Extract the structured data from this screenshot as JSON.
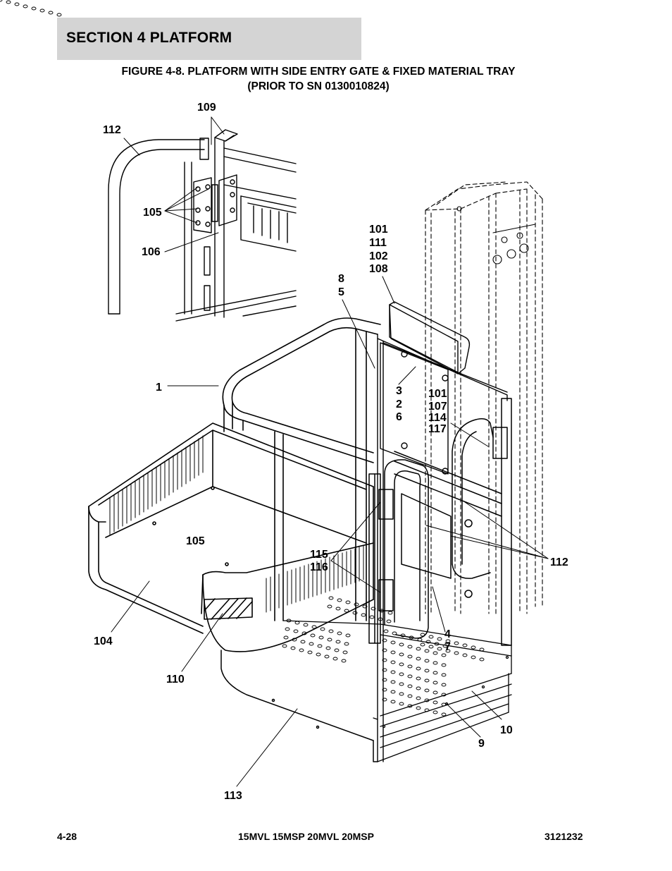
{
  "section": {
    "title": "SECTION 4   PLATFORM"
  },
  "figure": {
    "title_line1": "FIGURE 4-8. PLATFORM WITH SIDE ENTRY GATE & FIXED MATERIAL TRAY",
    "title_line2": "(PRIOR TO SN 0130010824)"
  },
  "callouts": {
    "c109": "109",
    "c112_top": "112",
    "c105_top": "105",
    "c106": "106",
    "stack_101_111_102_108": [
      "101",
      "111",
      "102",
      "108"
    ],
    "stack_8_5": [
      "8",
      "5"
    ],
    "c1": "1",
    "stack_3_2_6": [
      "3",
      "2",
      "6"
    ],
    "stack_101_107_114_117": [
      "101",
      "107",
      "114",
      "117"
    ],
    "c105_tray": "105",
    "stack_115_116": [
      "115",
      "116"
    ],
    "c112_right": "112",
    "c104": "104",
    "c110": "110",
    "stack_4_7": [
      "4",
      "7"
    ],
    "c10": "10",
    "c9": "9",
    "c113": "113"
  },
  "footer": {
    "page_number": "4-28",
    "models": "15MVL 15MSP 20MVL 20MSP",
    "doc_number": "3121232"
  }
}
